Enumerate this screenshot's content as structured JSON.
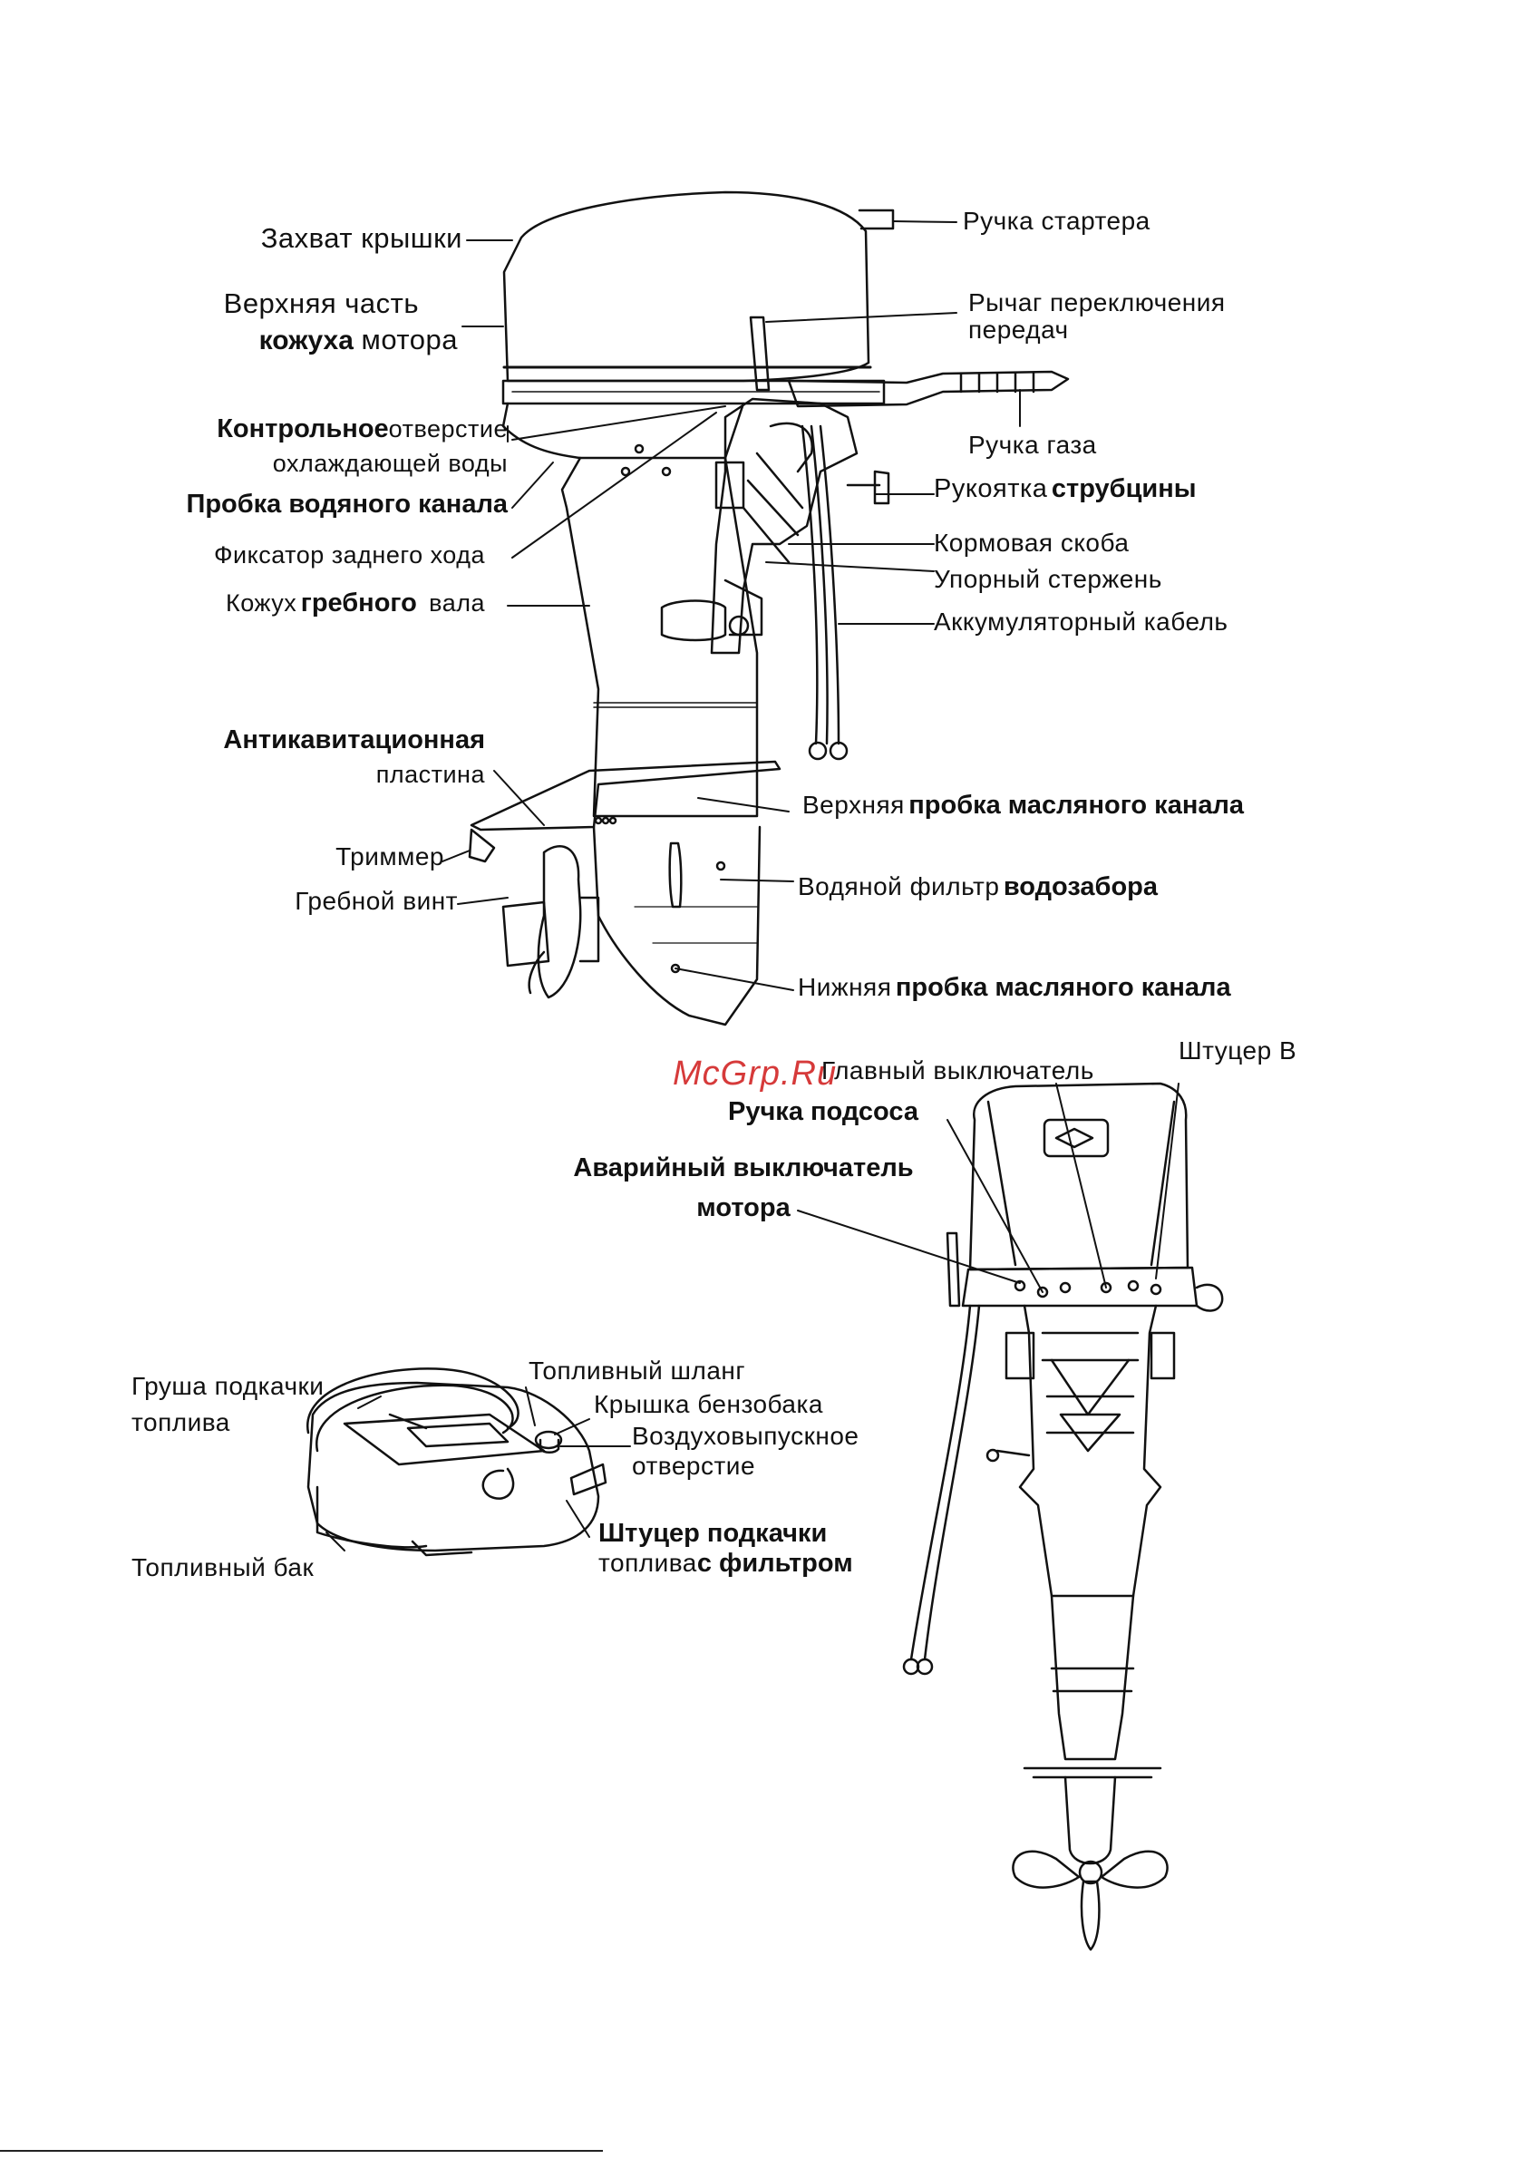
{
  "watermark": "McGrp.Ru",
  "labels": {
    "cover_grip": "Захват крышки",
    "upper_cover_1": "Верхняя часть",
    "upper_cover_2a": "кожуха",
    "upper_cover_2b": "мотора",
    "control_hole_a": "Контрольное",
    "control_hole_b": "отверстие",
    "control_hole_2": "охлаждающей воды",
    "water_plug": "Пробка водяного канала",
    "reverse_lock": "Фиксатор заднего хода",
    "shaft_housing_a": "Кожух",
    "shaft_housing_b": "гребного",
    "shaft_housing_c": "вала",
    "anticav_1": "Антикавитационная",
    "anticav_2": "пластина",
    "trimmer": "Триммер",
    "propeller": "Гребной винт",
    "starter_handle": "Ручка стартера",
    "gear_lever_1": "Рычаг переключения",
    "gear_lever_2": "передач",
    "throttle": "Ручка газа",
    "clamp_handle_a": "Рукоятка",
    "clamp_handle_b": "струбцины",
    "stern_bracket": "Кормовая скоба",
    "thrust_rod": "Упорный стержень",
    "battery_cable": "Аккумуляторный кабель",
    "upper_oil_plug_a": "Верхняя",
    "upper_oil_plug_b": "пробка масляного канала",
    "water_filter_a": "Водяной фильтр",
    "water_filter_b": "водозабора",
    "lower_oil_plug_a": "Нижняя",
    "lower_oil_plug_b": "пробка масляного канала",
    "main_switch": "Главный выключатель",
    "fitting_b": "Штуцер В",
    "choke": "Ручка подсоса",
    "emergency_1": "Аварийный выключатель",
    "emergency_2": "мотора",
    "primer_bulb_1": "Груша подкачки",
    "primer_bulb_2": "топлива",
    "fuel_hose": "Топливный шланг",
    "tank_cap": "Крышка бензобака",
    "vent_1": "Воздуховыпускное",
    "vent_2": "отверстие",
    "primer_fitting_1": "Штуцер подкачки",
    "primer_fitting_2a": "топлива",
    "primer_fitting_2b": "с фильтром",
    "fuel_tank": "Топливный бак"
  }
}
